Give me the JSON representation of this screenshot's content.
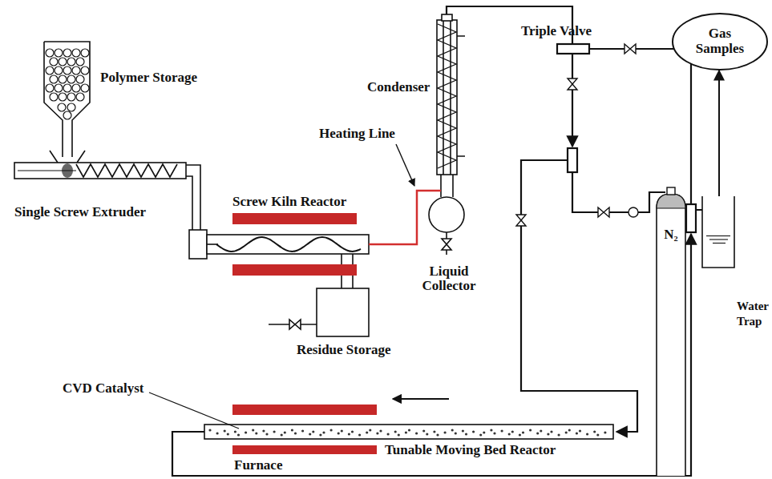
{
  "diagram": {
    "nodes": [
      {
        "text": [
          "Gas Samples"
        ]
      },
      {
        "text": [
          "N₂"
        ]
      },
      {
        "text": [
          "Water Trap"
        ]
      }
    ],
    "edges": [
      {
        "from": 2,
        "to": 0,
        "arrow": "to"
      }
    ],
    "labels": [
      "Polymer Storage",
      "Single Screw Extruder",
      "Screw Kiln Reactor",
      "Heating Line",
      "Condenser",
      "Triple Valve",
      "Liquid Collector",
      "Residue Storage",
      "CVD Catalyst",
      "Tunable Moving Bed Reactor",
      "Furnace"
    ]
  }
}
